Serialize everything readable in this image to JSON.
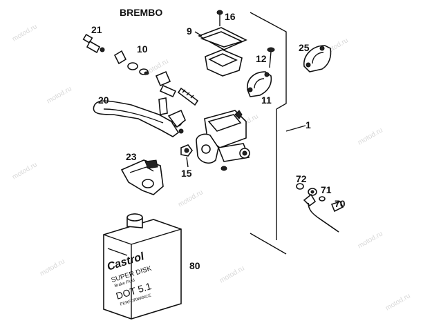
{
  "title": "BREMBO",
  "watermark": "motod.ru",
  "parts": {
    "p16": "16",
    "p9": "9",
    "p21": "21",
    "p10": "10",
    "p12": "12",
    "p25": "25",
    "p11": "11",
    "p20": "20",
    "p1": "1",
    "p23": "23",
    "p15": "15",
    "p72": "72",
    "p71": "71",
    "p70": "70",
    "p80": "80"
  },
  "fluid_can": {
    "brand": "Castrol",
    "line1": "SUPER DISK",
    "line2": "Brake Fluid",
    "grade": "DOT 5.1",
    "tagline": "PERFORMANCE"
  }
}
